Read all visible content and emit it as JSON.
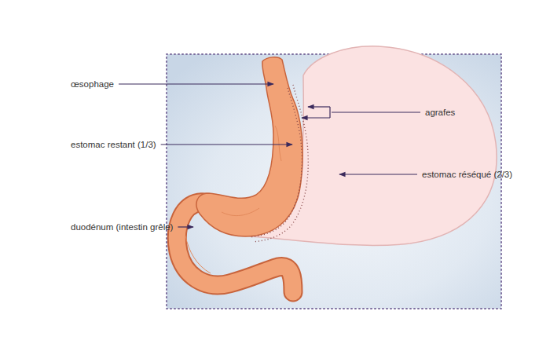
{
  "diagram": {
    "labels": [
      "œsophage",
      "estomac restant (1/3)",
      "duodénum (intestin grêle)",
      "agrafes",
      "estomac réséqué (2/3)"
    ]
  }
}
